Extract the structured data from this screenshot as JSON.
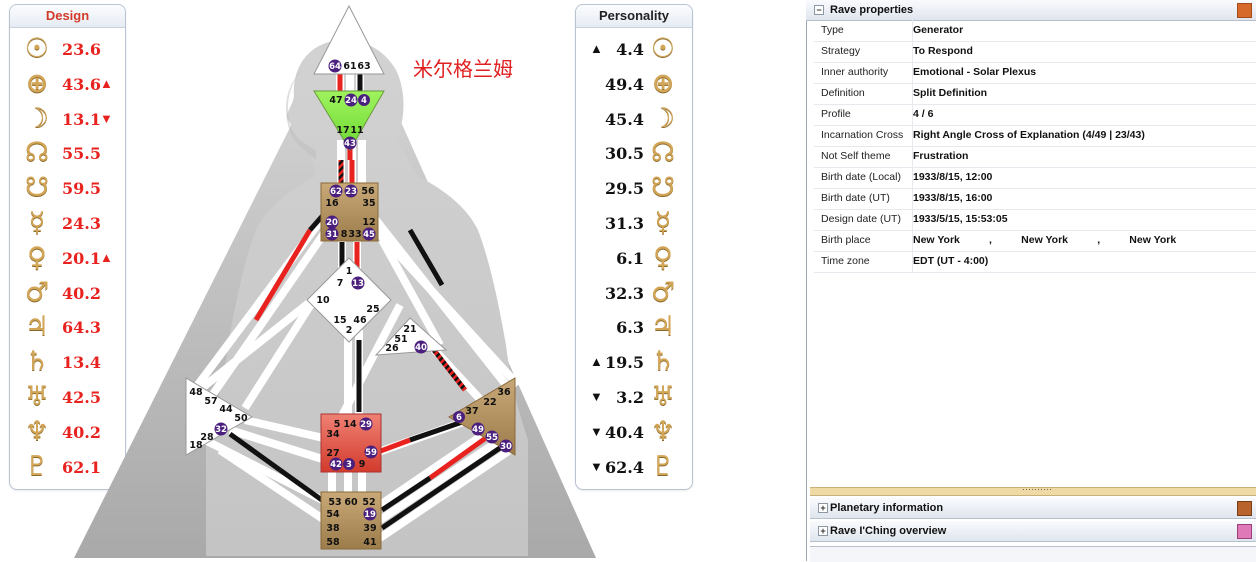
{
  "design": {
    "title": "Design",
    "rows": [
      {
        "symbol": "☉",
        "value": "23.6",
        "arrow": ""
      },
      {
        "symbol": "⊕",
        "value": "43.6",
        "arrow": "▲"
      },
      {
        "symbol": "☽",
        "value": "13.1",
        "arrow": "▼"
      },
      {
        "symbol": "☊",
        "value": "55.5",
        "arrow": ""
      },
      {
        "symbol": "☋",
        "value": "59.5",
        "arrow": ""
      },
      {
        "symbol": "☿",
        "value": "24.3",
        "arrow": ""
      },
      {
        "symbol": "♀",
        "value": "20.1",
        "arrow": "▲"
      },
      {
        "symbol": "♂",
        "value": "40.2",
        "arrow": ""
      },
      {
        "symbol": "♃",
        "value": "64.3",
        "arrow": ""
      },
      {
        "symbol": "♄",
        "value": "13.4",
        "arrow": ""
      },
      {
        "symbol": "♅",
        "value": "42.5",
        "arrow": ""
      },
      {
        "symbol": "♆",
        "value": "40.2",
        "arrow": ""
      },
      {
        "symbol": "♇",
        "value": "62.1",
        "arrow": ""
      }
    ]
  },
  "personality": {
    "title": "Personality",
    "rows": [
      {
        "symbol": "☉",
        "value": "4.4",
        "arrow": "▲"
      },
      {
        "symbol": "⊕",
        "value": "49.4",
        "arrow": ""
      },
      {
        "symbol": "☽",
        "value": "45.4",
        "arrow": ""
      },
      {
        "symbol": "☊",
        "value": "30.5",
        "arrow": ""
      },
      {
        "symbol": "☋",
        "value": "29.5",
        "arrow": ""
      },
      {
        "symbol": "☿",
        "value": "31.3",
        "arrow": ""
      },
      {
        "symbol": "♀",
        "value": "6.1",
        "arrow": ""
      },
      {
        "symbol": "♂",
        "value": "32.3",
        "arrow": ""
      },
      {
        "symbol": "♃",
        "value": "6.3",
        "arrow": ""
      },
      {
        "symbol": "♄",
        "value": "19.5",
        "arrow": "▲"
      },
      {
        "symbol": "♅",
        "value": "3.2",
        "arrow": "▼"
      },
      {
        "symbol": "♆",
        "value": "40.4",
        "arrow": "▼"
      },
      {
        "symbol": "♇",
        "value": "62.4",
        "arrow": "▼"
      }
    ]
  },
  "chart": {
    "person_name": "米尔格兰姆",
    "colors": {
      "design": "#e8231f",
      "personality": "#111111",
      "accent": "#4b1f7d",
      "head": "#ffffff",
      "ajna": "#8bef4a",
      "sacral": "#e2594c",
      "ochre": "#bb9a67"
    },
    "head_gates": {
      "left": "64",
      "mid": "61",
      "right": "63"
    },
    "ajna_gates": {
      "g47": "47",
      "g24": "24",
      "g4": "4",
      "g17": "17",
      "g11": "11",
      "g43": "43"
    },
    "throat_gates": {
      "g62": "62",
      "g23": "23",
      "g56": "56",
      "g16": "16",
      "g35": "35",
      "g20": "20",
      "g12": "12",
      "g31": "31",
      "g8": "8",
      "g33": "33",
      "g45": "45"
    },
    "g_gates": {
      "g1": "1",
      "g7": "7",
      "g13": "13",
      "g10": "10",
      "g25": "25",
      "g15": "15",
      "g46": "46",
      "g2": "2"
    },
    "ego_gates": {
      "g21": "21",
      "g51": "51",
      "g26": "26",
      "g40": "40"
    },
    "spleen_gates": {
      "g48": "48",
      "g57": "57",
      "g44": "44",
      "g50": "50",
      "g32": "32",
      "g28": "28",
      "g18": "18"
    },
    "sacral_gates": {
      "g5": "5",
      "g14": "14",
      "g29": "29",
      "g34": "34",
      "g27": "27",
      "g59": "59",
      "g42": "42",
      "g3": "3",
      "g9": "9"
    },
    "sp_gates": {
      "g36": "36",
      "g22": "22",
      "g6": "6",
      "g37": "37",
      "g49": "49",
      "g55": "55",
      "g30": "30"
    },
    "root_gates": {
      "g53": "53",
      "g60": "60",
      "g52": "52",
      "g54": "54",
      "g19": "19",
      "g38": "38",
      "g39": "39",
      "g58": "58",
      "g41": "41"
    }
  },
  "rave": {
    "section_title": "Rave properties",
    "rows": [
      {
        "label": "Type",
        "value": "Generator"
      },
      {
        "label": "Strategy",
        "value": "To Respond"
      },
      {
        "label": "Inner authority",
        "value": "Emotional - Solar Plexus"
      },
      {
        "label": "Definition",
        "value": "Split Definition"
      },
      {
        "label": "Profile",
        "value": "4 / 6"
      },
      {
        "label": "Incarnation Cross",
        "value": "Right Angle Cross of Explanation (4/49 | 23/43)"
      },
      {
        "label": "Not Self theme",
        "value": "Frustration"
      },
      {
        "label": "Birth date (Local)",
        "value": "1933/8/15, 12:00"
      },
      {
        "label": "Birth date (UT)",
        "value": "1933/8/15, 16:00"
      },
      {
        "label": "Design date (UT)",
        "value": "1933/5/15, 15:53:05"
      },
      {
        "label": "Birth place",
        "value": "New York          ,          New York          ,          New York"
      },
      {
        "label": "Time zone",
        "value": "EDT (UT - 4:00)"
      }
    ],
    "splitter_dots": "··········",
    "planetary_title": "Planetary information",
    "iching_title": "Rave I'Ching overview"
  }
}
